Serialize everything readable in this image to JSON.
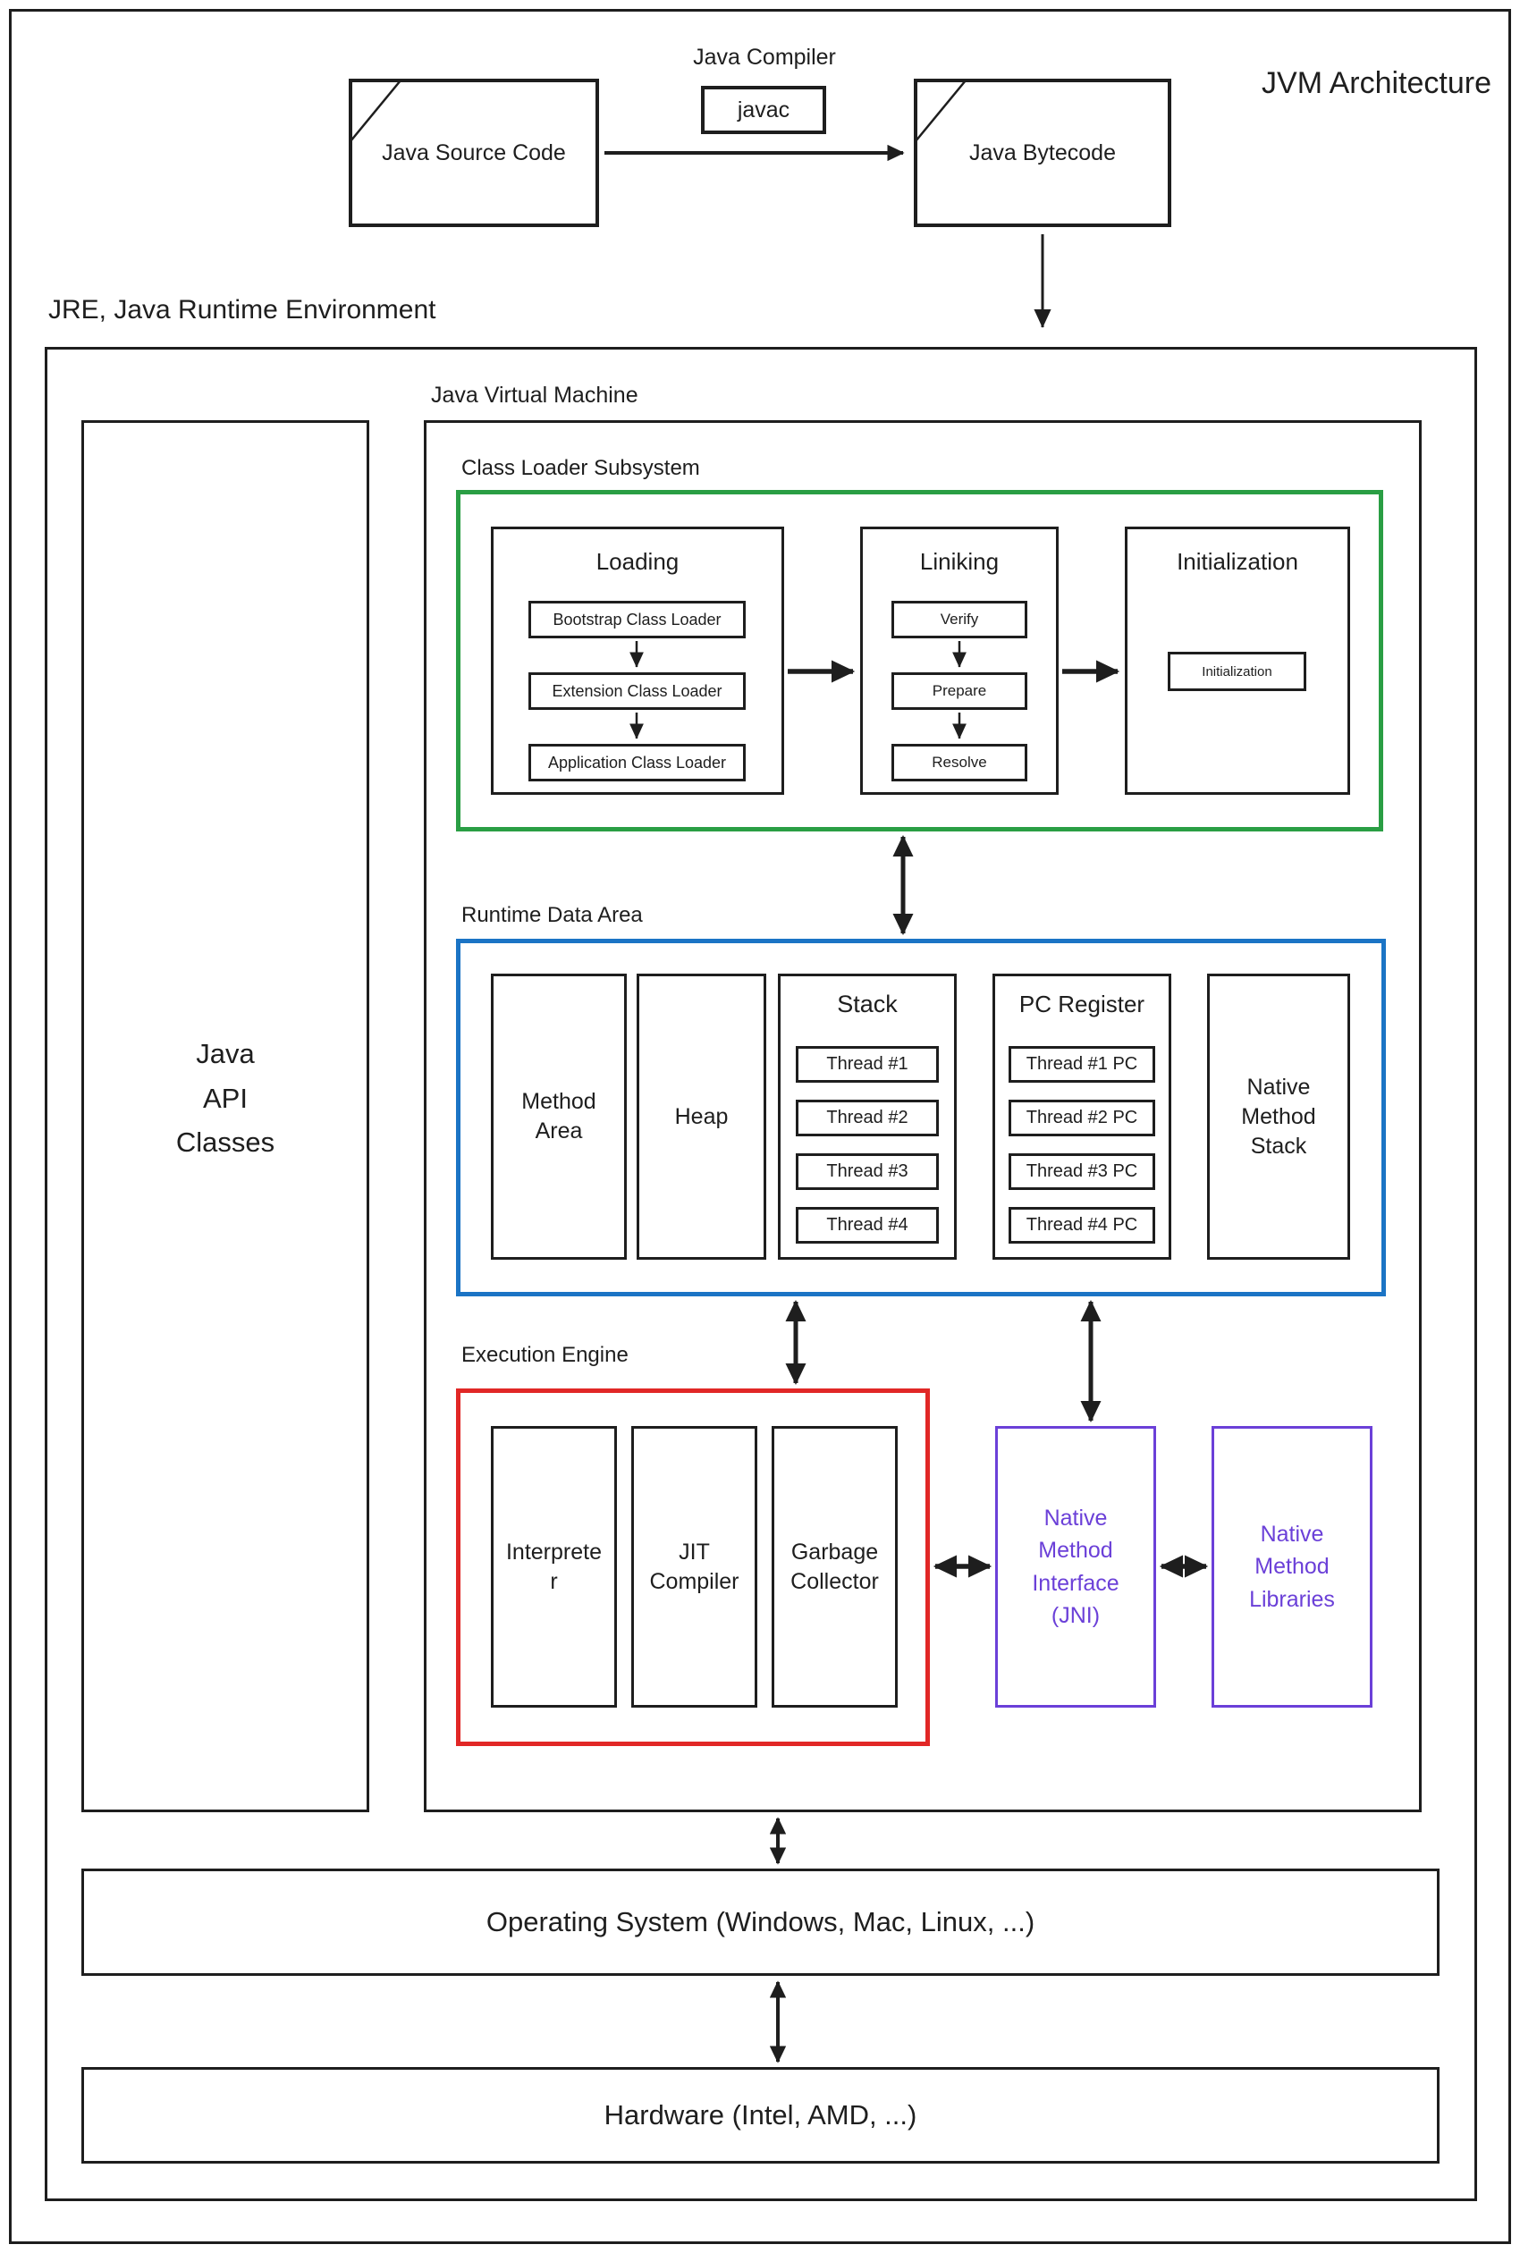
{
  "page_title": "JVM Architecture",
  "compile_flow": {
    "source": "Java Source Code",
    "compiler_label": "Java Compiler",
    "compiler_tool": "javac",
    "bytecode": "Java Bytecode"
  },
  "jre": {
    "label": "JRE, Java Runtime Environment",
    "java_api_classes": "Java\nAPI\nClasses",
    "jvm": {
      "label": "Java Virtual Machine",
      "class_loader_subsystem": {
        "label": "Class Loader Subsystem",
        "loading": {
          "title": "Loading",
          "items": [
            "Bootstrap Class Loader",
            "Extension Class Loader",
            "Application Class Loader"
          ]
        },
        "linking": {
          "title": "Liniking",
          "items": [
            "Verify",
            "Prepare",
            "Resolve"
          ]
        },
        "initialization": {
          "title": "Initialization",
          "inner_box": "Initialization"
        }
      },
      "runtime_data_area": {
        "label": "Runtime Data Area",
        "method_area": "Method\nArea",
        "heap": "Heap",
        "stack": {
          "title": "Stack",
          "threads": [
            "Thread #1",
            "Thread #2",
            "Thread #3",
            "Thread #4"
          ]
        },
        "pc_register": {
          "title": "PC Register",
          "threads": [
            "Thread #1 PC",
            "Thread #2 PC",
            "Thread #3 PC",
            "Thread #4 PC"
          ]
        },
        "native_method_stack": "Native\nMethod\nStack"
      },
      "execution_engine": {
        "label": "Execution Engine",
        "interpreter": "Interprete\nr",
        "jit_compiler": "JIT\nCompiler",
        "garbage_collector": "Garbage\nCollector"
      },
      "native_method_interface": "Native\nMethod\nInterface\n(JNI)",
      "native_method_libraries": "Native\nMethod\nLibraries"
    },
    "operating_system": "Operating System (Windows, Mac, Linux, ...)",
    "hardware": "Hardware (Intel, AMD, ...)"
  },
  "colors": {
    "ink": "#1e1e1e",
    "green": "#2a9e44",
    "blue": "#1b74c5",
    "red": "#e12726",
    "purple": "#6b40d8"
  }
}
